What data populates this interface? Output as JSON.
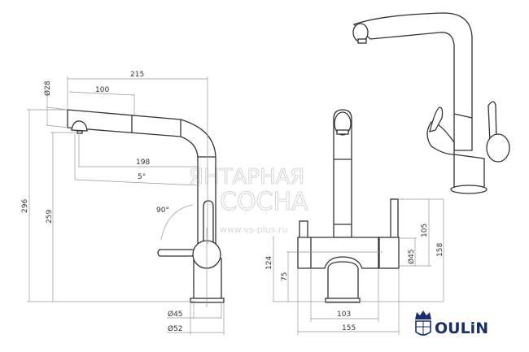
{
  "brand": {
    "name": "OULiN",
    "color": "#1c2f6b"
  },
  "watermark": {
    "line1": "ЯНТАРНАЯ",
    "line2": "СОСНА",
    "url": "www.vs-plus.ru"
  },
  "side_view": {
    "dims": {
      "reach": "215",
      "pullout": "100",
      "spout_dia": "Ø28",
      "height_total": "296",
      "height_outlet": "259",
      "outlet_reach": "198",
      "tilt": "5°",
      "lever_rotation": "90°",
      "base_dia_inner": "Ø45",
      "base_dia_outer": "Ø52"
    }
  },
  "front_view": {
    "dims": {
      "handle_height": "105",
      "total_height": "158",
      "body_dia": "Ø45",
      "body_height": "124",
      "axis_height": "75",
      "inner_width": "103",
      "total_width": "155"
    }
  }
}
